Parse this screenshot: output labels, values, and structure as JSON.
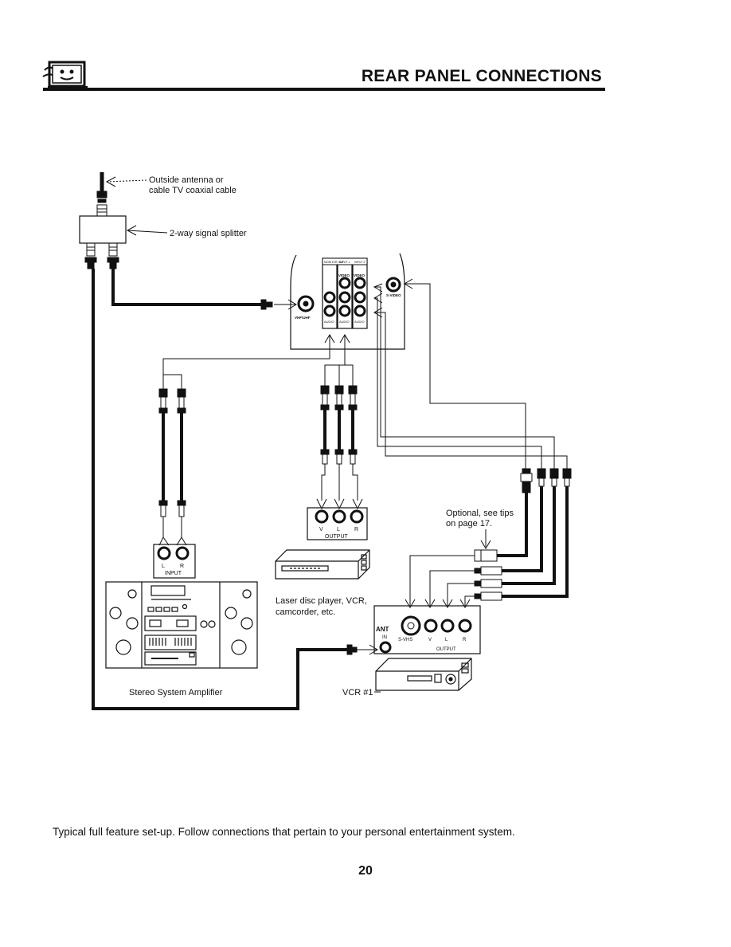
{
  "header": {
    "title": "REAR PANEL CONNECTIONS"
  },
  "diagram": {
    "antenna_label": [
      "Outside antenna or",
      "cable TV coaxial cable"
    ],
    "splitter_label": "2-way signal splitter",
    "tv_panel": {
      "vhf_label": "VHF/UHF",
      "svideo_label": "S-VIDEO",
      "monitor_out_label": "MONITOR OUT",
      "input1_label": "INPUT 1",
      "input2_label": "INPUT 2",
      "video_label": "VIDEO",
      "audio_label": "AUDIO"
    },
    "optional_note": [
      "Optional, see tips",
      "on page 17."
    ],
    "laser_output": {
      "v": "V",
      "l": "L",
      "r": "R",
      "label": "OUTPUT"
    },
    "laser_label": [
      "Laser disc player, VCR,",
      "camcorder, etc."
    ],
    "amp_input": {
      "l": "L",
      "r": "R",
      "label": "INPUT"
    },
    "amp_label": "Stereo System Amplifier",
    "vcr_panel": {
      "ant": "ANT",
      "in": "IN",
      "svhs": "S-VHS",
      "v": "V",
      "l": "L",
      "r": "R",
      "output": "OUTPUT"
    },
    "vcr_label": "VCR #1"
  },
  "caption": "Typical full feature set-up.  Follow connections that pertain to your personal entertainment system.",
  "page_number": "20"
}
